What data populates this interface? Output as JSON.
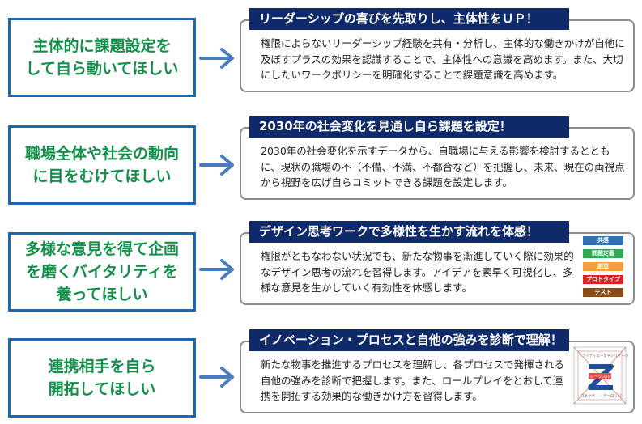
{
  "rows": [
    {
      "left": [
        "主体的に課題設定を",
        "して自ら動いてほしい"
      ],
      "banner": "リーダーシップの喜びを先取りし、主体性をＵＰ！",
      "desc": "権限によらないリーダーシップ経験を共有・分析し、主体的な働きかけが自他に及ぼすプラスの効果を認識することで、主体性への意識を高めます。また、大切にしたいワークポリシーを明確化することで課題意識を高めます。"
    },
    {
      "left": [
        "職場全体や社会の動向",
        "に目をむけてほしい"
      ],
      "banner": "2030年の社会変化を見通し自ら課題を設定！",
      "desc": "2030年の社会変化を示すデータから、自職場に与える影響を検討するとともに、現状の職場の不（不備、不満、不都合など）を把握し、未来、現在の両視点から視野を広げ自らコミットできる課題を設定します。"
    },
    {
      "left": [
        "多様な意見を得て企画",
        "を磨くバイタリティを",
        "養ってほしい"
      ],
      "banner": "デザイン思考ワークで多様性を生かす流れを体感！",
      "desc": "権限がともなわない状況でも、新たな物事を漸進していく際に効果的なデザイン思考の流れを習得します。アイデアを素早く可視化し、多様な意見を生かしていく有効性を体感します。"
    },
    {
      "left": [
        "連携相手を自ら",
        "開拓してほしい"
      ],
      "banner": "イノベーション・プロセスと自他の強みを診断で理解！",
      "desc": "新たな物事を推進するプロセスを理解し、各プロセスで発揮される自他の強みを診断で把握します。また、ロールプレイをとおして連携を開拓する効果的な働きかけ方を習得します。"
    }
  ],
  "design_steps": [
    {
      "label": "共感",
      "color": "#2e74b5"
    },
    {
      "label": "問題定義",
      "color": "#34a853"
    },
    {
      "label": "創造",
      "color": "#f4a03c"
    },
    {
      "label": "プロトタイプ",
      "color": "#e02020"
    },
    {
      "label": "テスト",
      "color": "#8a4b16"
    }
  ],
  "diagram": {
    "center_label": "ブレークスルー",
    "corner_labels": [
      "アイディエーター",
      "ファシリテーター",
      "コネクター",
      "デベロッパー"
    ]
  },
  "colors": {
    "left_border": "#1f67b0",
    "left_text": "#12904a",
    "banner_bg": "#0f2a6b",
    "arrow": "#4a7cc0"
  }
}
